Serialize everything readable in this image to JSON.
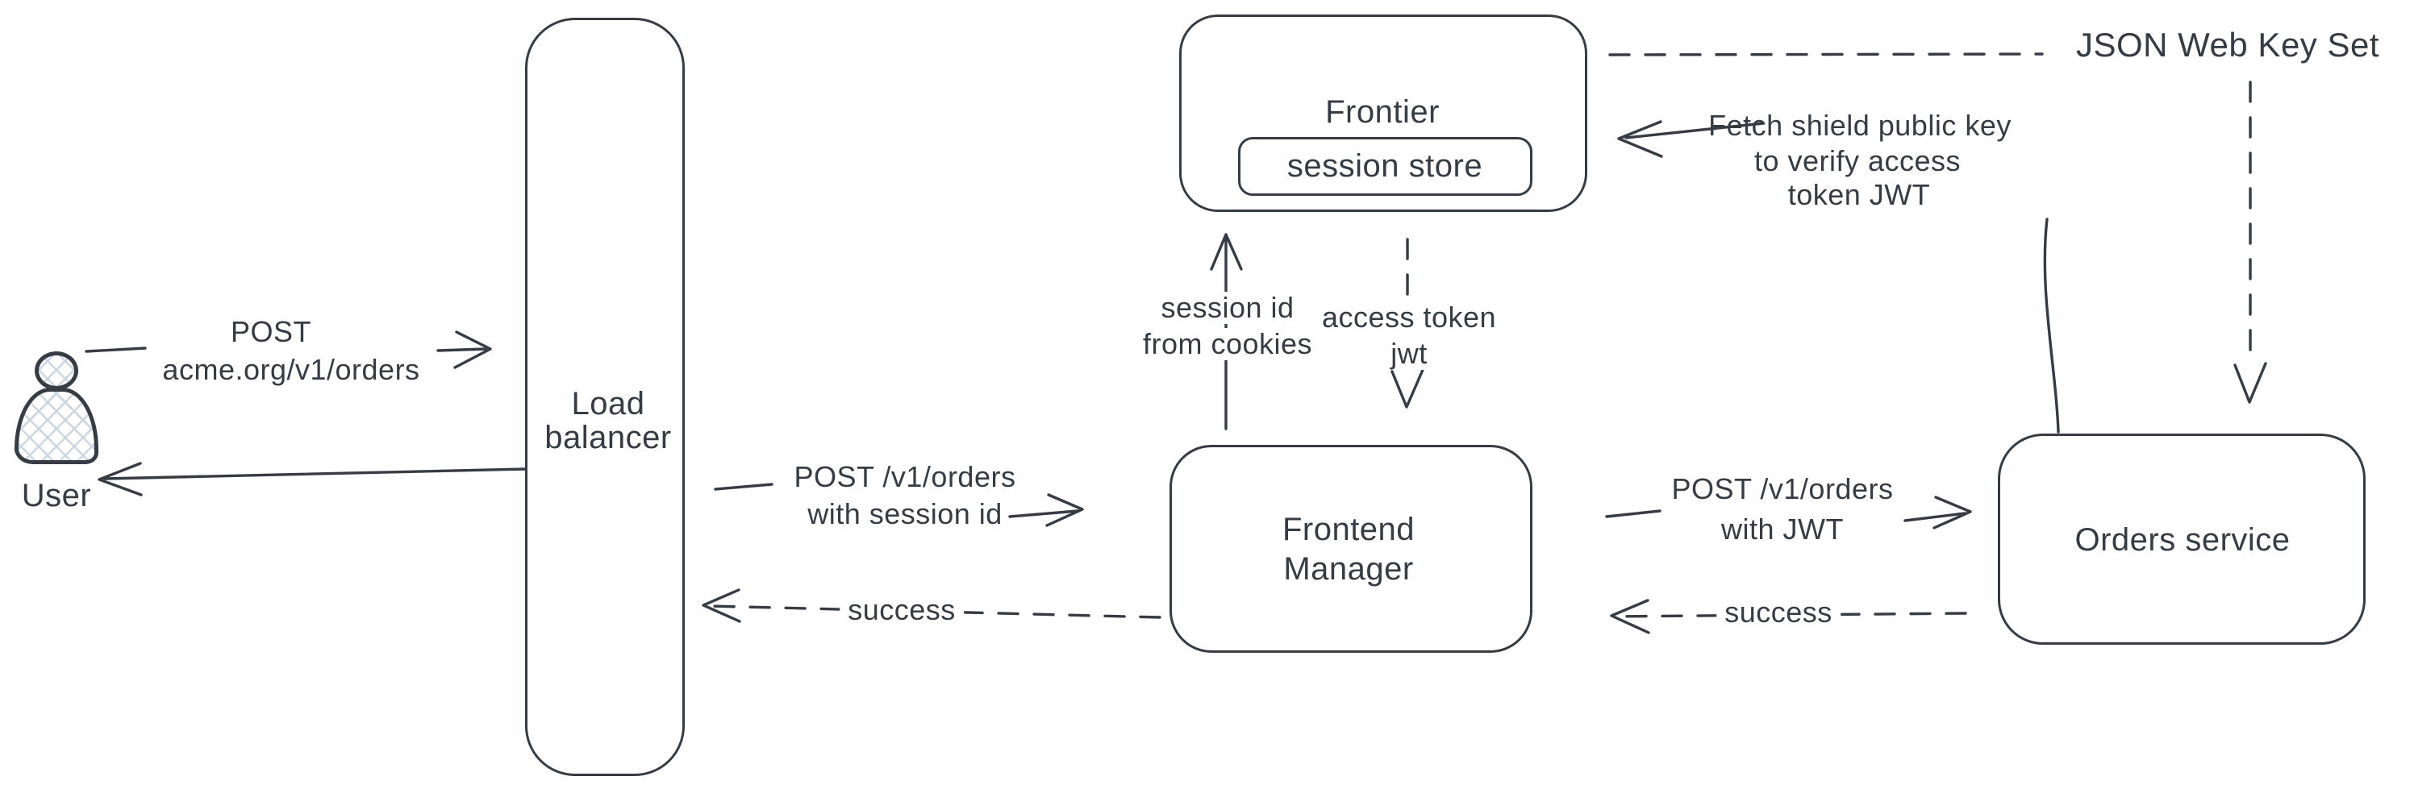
{
  "diagram": {
    "background_color": "#ffffff",
    "ink_color": "#363c43",
    "hatch_color": "#ccd7e0"
  },
  "nodes": {
    "user": {
      "label": "User"
    },
    "load_balancer": {
      "line1": "Load",
      "line2": "balancer"
    },
    "frontier": {
      "label": "Frontier",
      "session_store": {
        "label": "session store"
      }
    },
    "frontend_manager": {
      "line1": "Frontend",
      "line2": "Manager"
    },
    "orders_service": {
      "label": "Orders service"
    },
    "jwks": {
      "label": "JSON Web Key Set"
    }
  },
  "edges": {
    "user_to_lb": {
      "line1": "POST",
      "line2": "acme.org/v1/orders"
    },
    "lb_to_fm": {
      "line1": "POST /v1/orders",
      "line2": "with session id"
    },
    "fm_to_lb_success": {
      "label": "success"
    },
    "fm_to_frontier": {
      "line1": "session id",
      "line2": "from cookies"
    },
    "frontier_to_fm": {
      "line1": "access token",
      "line2": "jwt"
    },
    "fm_to_orders": {
      "line1": "POST /v1/orders",
      "line2": "with JWT"
    },
    "orders_to_fm_success": {
      "label": "success"
    },
    "orders_to_frontier": {
      "line1": "Fetch shield public key",
      "line2": "to verify access",
      "line3": "token JWT"
    }
  }
}
